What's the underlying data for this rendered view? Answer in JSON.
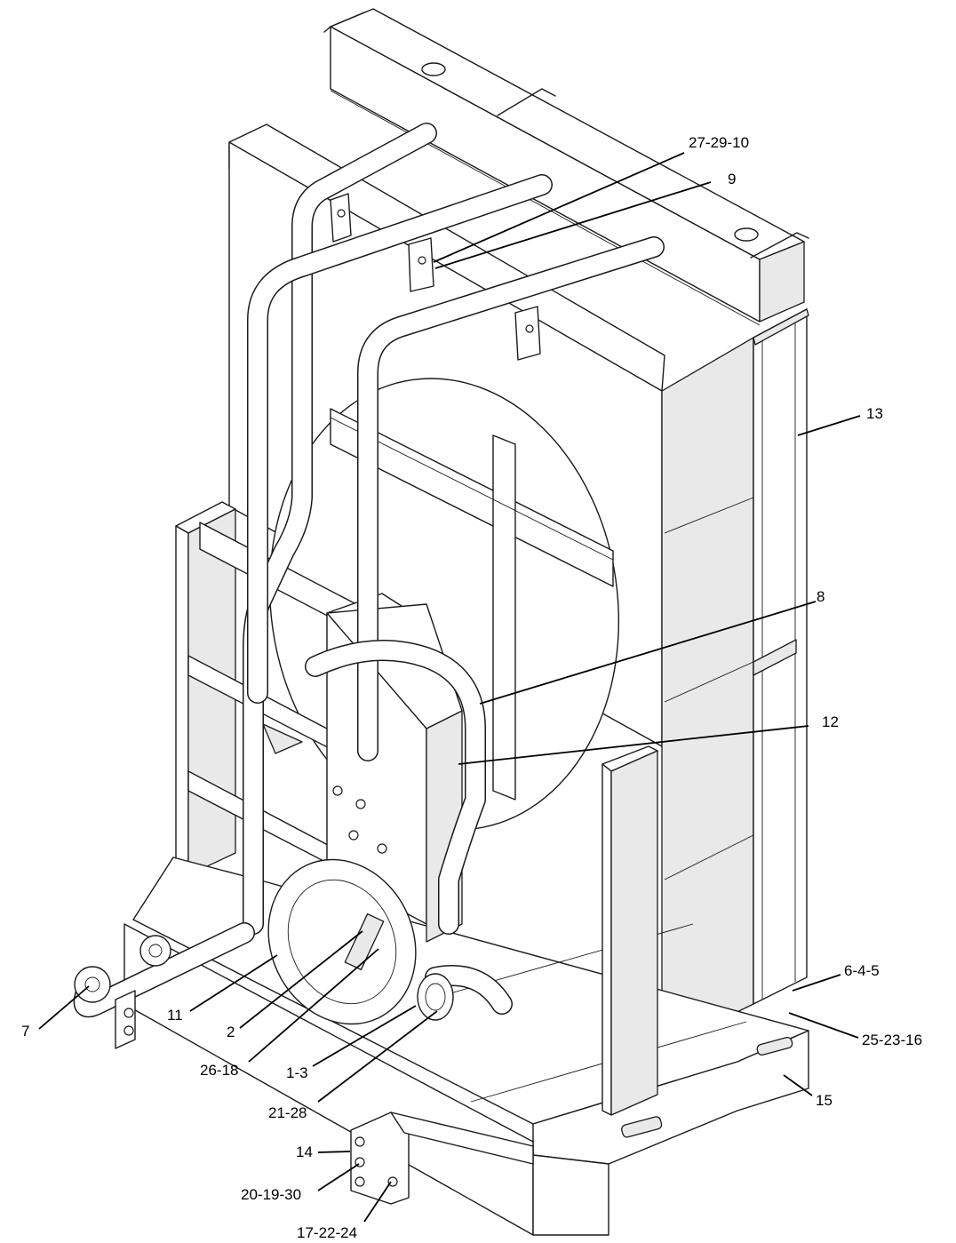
{
  "callouts": [
    {
      "id": "c1",
      "label": "27-29-10"
    },
    {
      "id": "c2",
      "label": "9"
    },
    {
      "id": "c3",
      "label": "13"
    },
    {
      "id": "c4",
      "label": "8"
    },
    {
      "id": "c5",
      "label": "12"
    },
    {
      "id": "c6",
      "label": "6-4-5"
    },
    {
      "id": "c7",
      "label": "25-23-16"
    },
    {
      "id": "c8",
      "label": "15"
    },
    {
      "id": "c9",
      "label": "7"
    },
    {
      "id": "c10",
      "label": "11"
    },
    {
      "id": "c11",
      "label": "2"
    },
    {
      "id": "c12",
      "label": "26-18"
    },
    {
      "id": "c13",
      "label": "1-3"
    },
    {
      "id": "c14",
      "label": "21-28"
    },
    {
      "id": "c15",
      "label": "14"
    },
    {
      "id": "c16",
      "label": "20-19-30"
    },
    {
      "id": "c17",
      "label": "17-22-24"
    }
  ]
}
